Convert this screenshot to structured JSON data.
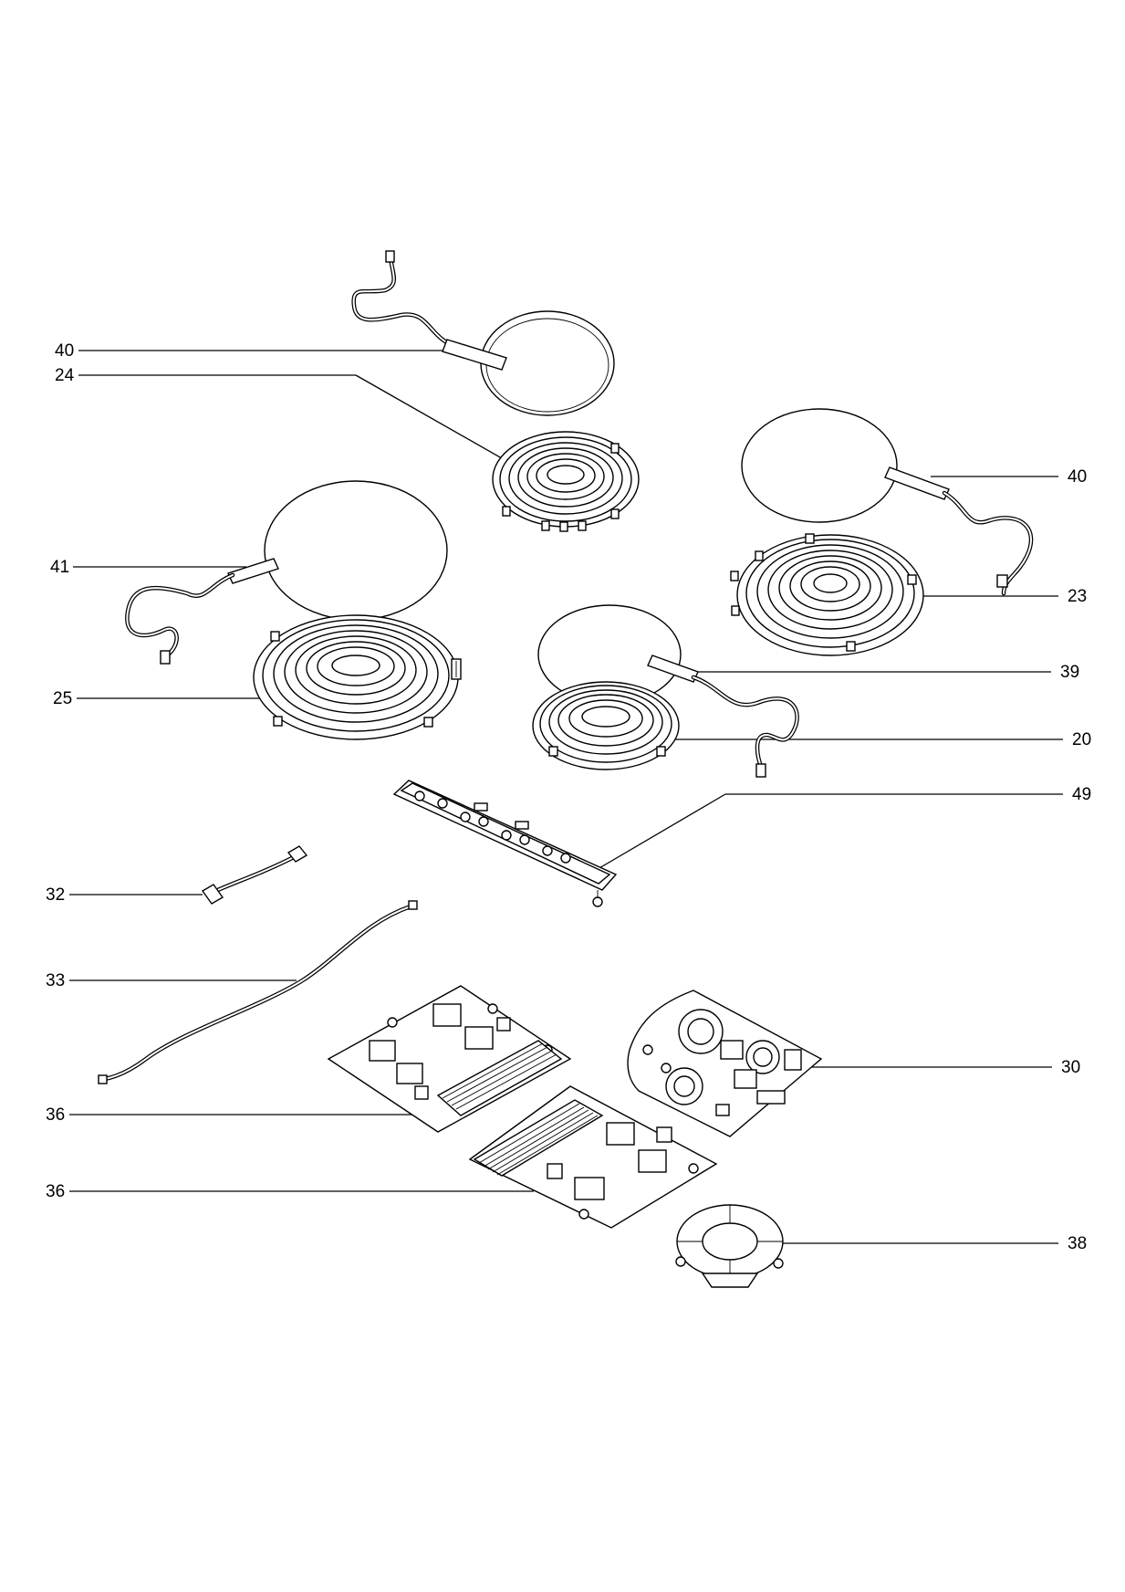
{
  "callouts": {
    "c40a": "40",
    "c24": "24",
    "c40b": "40",
    "c41": "41",
    "c23": "23",
    "c25": "25",
    "c39": "39",
    "c20": "20",
    "c49": "49",
    "c32": "32",
    "c33": "33",
    "c30": "30",
    "c36a": "36",
    "c36b": "36",
    "c38": "38"
  }
}
